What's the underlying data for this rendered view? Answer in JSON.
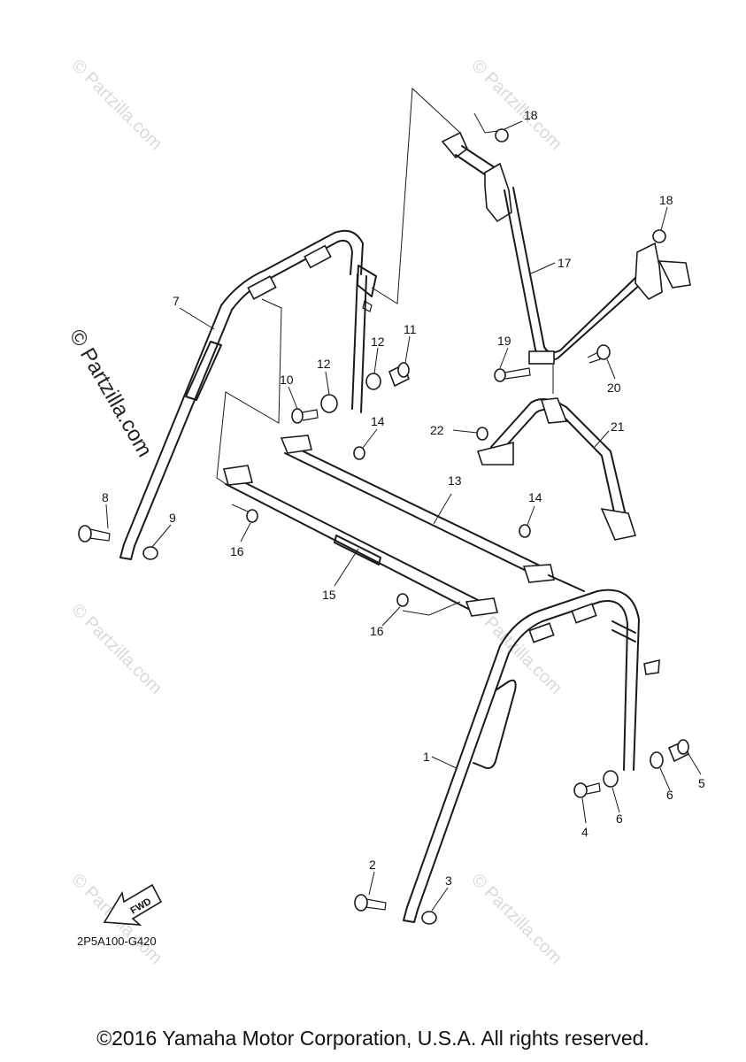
{
  "watermark": "© Partzilla.com",
  "watermark_main": "© Partzilla.com",
  "diagram_code": "2P5A100-G420",
  "fwd_label": "FWD",
  "copyright": "©2016 Yamaha Motor Corporation, U.S.A. All rights reserved.",
  "callouts": [
    {
      "id": "c1",
      "label": "1"
    },
    {
      "id": "c2",
      "label": "2"
    },
    {
      "id": "c3",
      "label": "3"
    },
    {
      "id": "c4",
      "label": "4"
    },
    {
      "id": "c5",
      "label": "5"
    },
    {
      "id": "c6a",
      "label": "6"
    },
    {
      "id": "c6b",
      "label": "6"
    },
    {
      "id": "c7",
      "label": "7"
    },
    {
      "id": "c8",
      "label": "8"
    },
    {
      "id": "c9",
      "label": "9"
    },
    {
      "id": "c10",
      "label": "10"
    },
    {
      "id": "c11",
      "label": "11"
    },
    {
      "id": "c12a",
      "label": "12"
    },
    {
      "id": "c12b",
      "label": "12"
    },
    {
      "id": "c13",
      "label": "13"
    },
    {
      "id": "c14a",
      "label": "14"
    },
    {
      "id": "c14b",
      "label": "14"
    },
    {
      "id": "c15",
      "label": "15"
    },
    {
      "id": "c16a",
      "label": "16"
    },
    {
      "id": "c16b",
      "label": "16"
    },
    {
      "id": "c17",
      "label": "17"
    },
    {
      "id": "c18a",
      "label": "18"
    },
    {
      "id": "c18b",
      "label": "18"
    },
    {
      "id": "c19",
      "label": "19"
    },
    {
      "id": "c20",
      "label": "20"
    },
    {
      "id": "c21",
      "label": "21"
    },
    {
      "id": "c22",
      "label": "22"
    }
  ]
}
